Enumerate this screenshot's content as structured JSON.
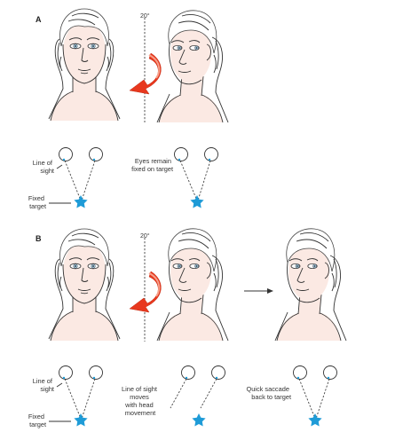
{
  "panels": {
    "a": {
      "letter": "A",
      "angle": "20°",
      "labels": {
        "line_of_sight": [
          "Line of",
          "sight"
        ],
        "fixed_target": [
          "Fixed",
          "target"
        ],
        "eyes_remain": [
          "Eyes remain",
          "fixed on target"
        ]
      }
    },
    "b": {
      "letter": "B",
      "angle": "20°",
      "labels": {
        "line_of_sight": [
          "Line of",
          "sight"
        ],
        "fixed_target": [
          "Fixed",
          "target"
        ],
        "moves_with_head": [
          "Line of sight",
          "moves",
          "with head",
          "movement"
        ],
        "quick_saccade": [
          "Quick saccade",
          "back to target"
        ]
      }
    }
  },
  "colors": {
    "skin": "#fbe9e3",
    "arrow": "#e8381e",
    "arrow_light": "#f7a08a",
    "star": "#1e9bd7",
    "iris": "#9cc4d4"
  },
  "icons": {
    "target": "star-icon",
    "rotation": "curved-arrow-icon",
    "sequence": "right-arrow-icon"
  }
}
